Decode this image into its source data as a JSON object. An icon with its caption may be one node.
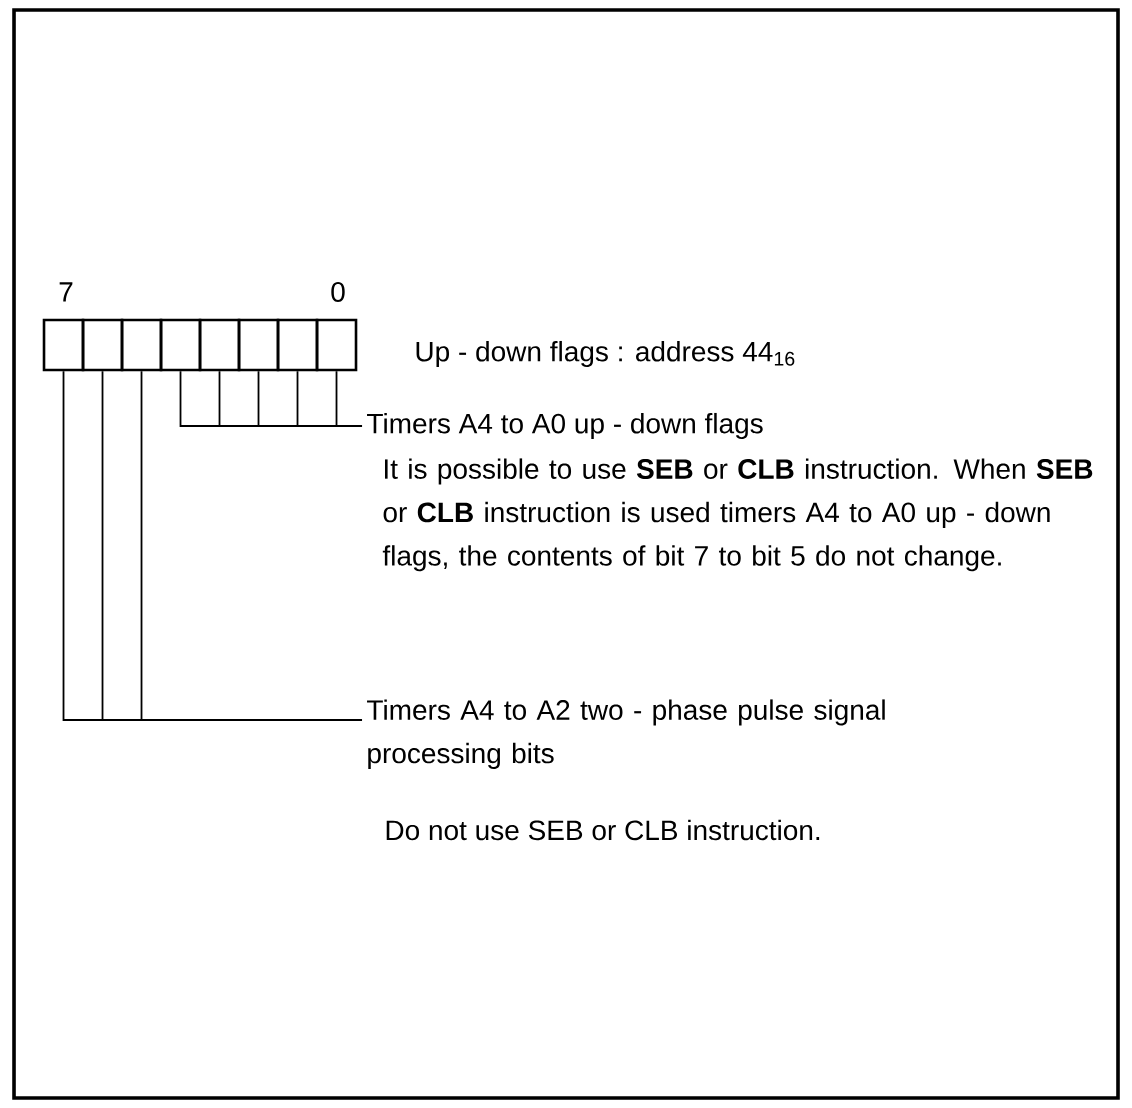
{
  "diagram": {
    "nodes": [
      {
        "text": [],
        "shape": "box"
      },
      {
        "text": [],
        "shape": "box"
      },
      {
        "text": [],
        "shape": "box"
      },
      {
        "text": [],
        "shape": "box"
      },
      {
        "text": [],
        "shape": "box"
      },
      {
        "text": [],
        "shape": "box"
      },
      {
        "text": [],
        "shape": "box"
      },
      {
        "text": [],
        "shape": "box"
      },
      {
        "text": [
          "Timers A4 to A0 up - down flags"
        ]
      },
      {
        "text": [
          "Timers A4 to A2 two - phase pulse signal processing bits"
        ]
      }
    ],
    "edges": [
      {
        "from": 8,
        "to": 3,
        "arrow": "none"
      },
      {
        "from": 8,
        "to": 4,
        "arrow": "none"
      },
      {
        "from": 8,
        "to": 5,
        "arrow": "none"
      },
      {
        "from": 8,
        "to": 6,
        "arrow": "none"
      },
      {
        "from": 8,
        "to": 7,
        "arrow": "none"
      },
      {
        "from": 9,
        "to": 0,
        "arrow": "none"
      },
      {
        "from": 9,
        "to": 1,
        "arrow": "none"
      },
      {
        "from": 9,
        "to": 2,
        "arrow": "none"
      }
    ],
    "labels": [
      "7",
      "0",
      "Up - down flags : address 44$_{16}$",
      "It is possible to use **SEB** or **CLB** instruction. When **SEB** or **CLB** instruction is used timers A4 to A0 up - down flags, the contents of bit 7 to bit 5 do not change.",
      "Do not use SEB or CLB instruction."
    ]
  }
}
